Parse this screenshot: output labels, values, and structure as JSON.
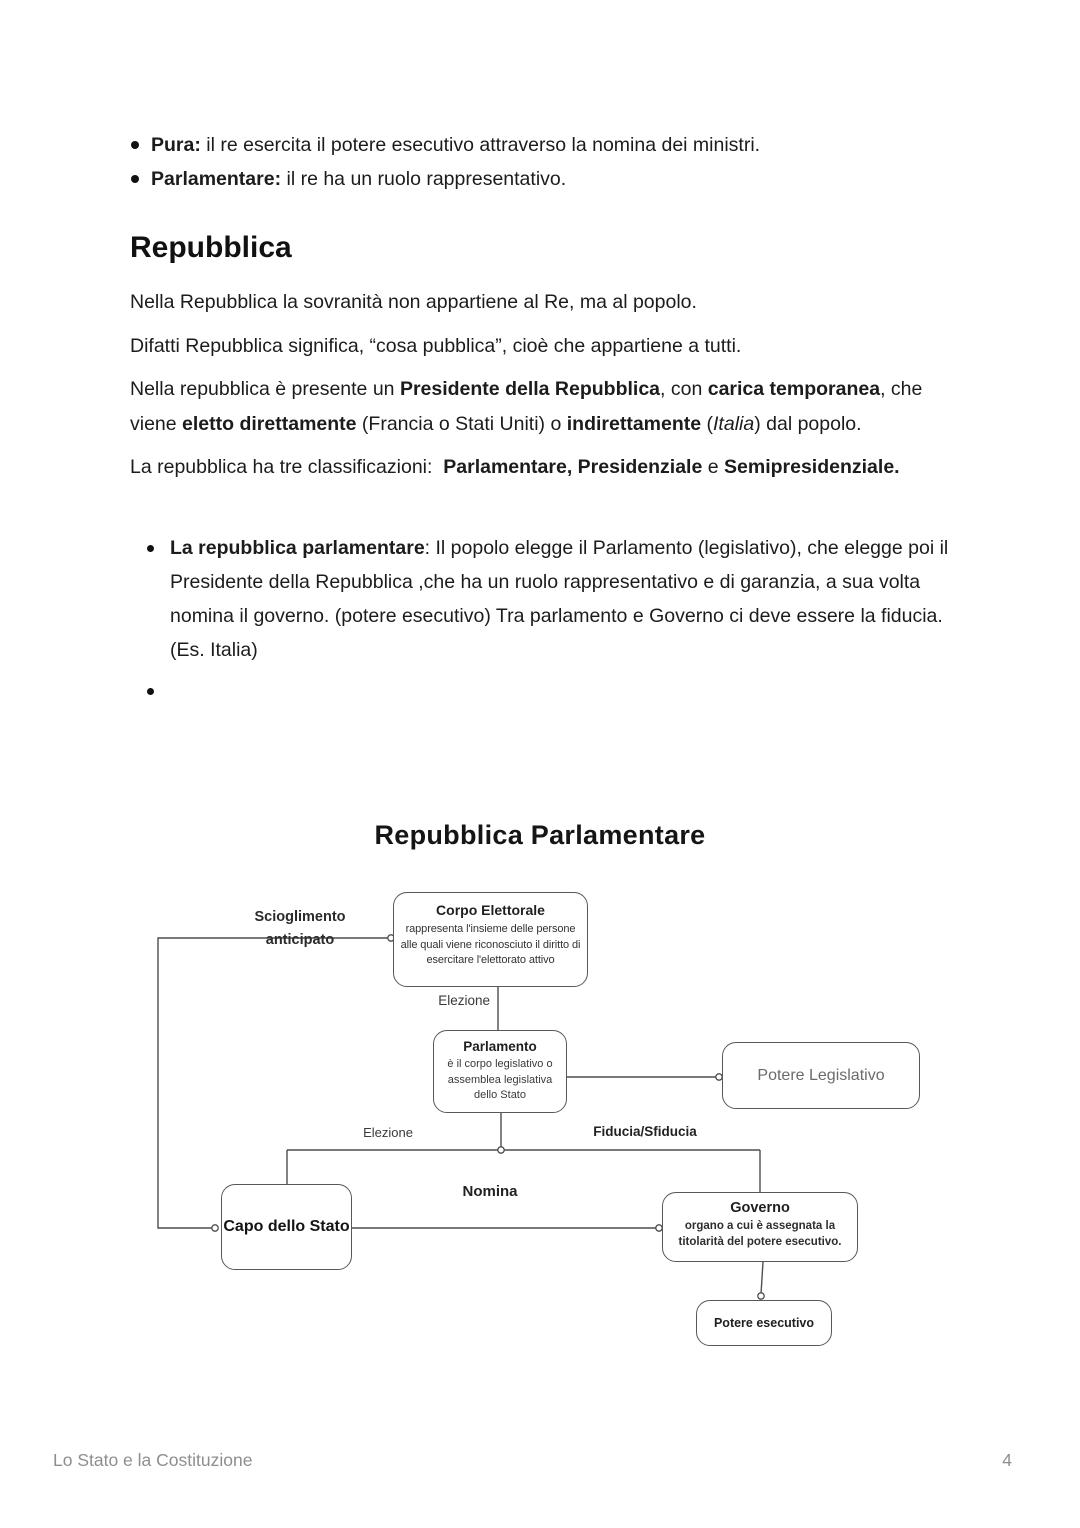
{
  "colors": {
    "text": "#1c1c1c",
    "footer_muted": "#8e8e8e",
    "diagram_stroke": "#4d4d4d",
    "potere_legislativo_text": "#6b6b6b"
  },
  "document": {
    "top_bullets": [
      {
        "segments": [
          {
            "t": "Pura:",
            "b": true
          },
          {
            "t": " il re esercita il potere esecutivo attraverso la nomina dei ministri."
          }
        ]
      },
      {
        "segments": [
          {
            "t": "Parlamentare:",
            "b": true
          },
          {
            "t": " il re ha un ruolo rappresentativo."
          }
        ]
      }
    ],
    "heading": "Repubblica",
    "paragraphs": [
      {
        "segments": [
          {
            "t": "Nella Repubblica la sovranità non appartiene al Re, ma al popolo."
          }
        ]
      },
      {
        "segments": [
          {
            "t": "Difatti Repubblica significa, “cosa pubblica”, cioè che appartiene a tutti."
          }
        ]
      },
      {
        "segments": [
          {
            "t": "Nella repubblica è presente un "
          },
          {
            "t": "Presidente della Repubblica",
            "b": true
          },
          {
            "t": ", con "
          },
          {
            "t": "carica temporanea",
            "b": true
          },
          {
            "t": ", che viene "
          },
          {
            "t": "eletto direttamente",
            "b": true
          },
          {
            "t": " (Francia o Stati Uniti) o "
          },
          {
            "t": "indirettamente",
            "b": true
          },
          {
            "t": " ("
          },
          {
            "t": "Italia",
            "i": true
          },
          {
            "t": ") dal popolo."
          }
        ]
      },
      {
        "segments": [
          {
            "t": "La repubblica ha tre classificazioni:  "
          },
          {
            "t": "Parlamentare, Presidenziale",
            "b": true
          },
          {
            "t": " e "
          },
          {
            "t": "Semipresidenziale.",
            "b": true
          }
        ]
      }
    ],
    "list_items": [
      {
        "segments": [
          {
            "t": "La repubblica parlamentare",
            "b": true
          },
          {
            "t": ": Il popolo elegge il Parlamento (legislativo), che elegge poi il Presidente della Repubblica ,che ha un ruolo rappresentativo e di garanzia, a sua volta nomina il governo. (potere esecutivo) Tra parlamento e Governo ci deve essere la fiducia. (Es. Italia)"
          }
        ]
      },
      {
        "segments": []
      }
    ],
    "footer": {
      "left": "Lo Stato e la Costituzione",
      "page_number": "4"
    }
  },
  "diagram": {
    "title": "Repubblica Parlamentare",
    "nodes": {
      "corpo_elettorale": {
        "title": "Corpo Elettorale",
        "description_lines": [
          "rappresenta l'insieme delle persone",
          "alle quali viene riconosciuto il diritto di",
          "esercitare l'elettorato attivo"
        ]
      },
      "parlamento": {
        "title": "Parlamento",
        "description_lines": [
          "è il corpo legislativo o",
          "assemblea legislativa",
          "dello Stato"
        ]
      },
      "potere_legislativo": {
        "title": "Potere Legislativo"
      },
      "capo_dello_stato": {
        "title": "Capo dello Stato"
      },
      "governo": {
        "title": "Governo",
        "description_lines": [
          "organo a cui è assegnata la",
          "titolarità del potere esecutivo."
        ]
      },
      "potere_esecutivo": {
        "title": "Potere esecutivo"
      }
    },
    "edge_labels": {
      "scioglimento_lines": [
        "Scioglimento",
        "anticipato"
      ],
      "elezione_top": "Elezione",
      "elezione_bottom": "Elezione",
      "fiducia_sfiducia": "Fiducia/Sfiducia",
      "nomina": "Nomina"
    }
  }
}
